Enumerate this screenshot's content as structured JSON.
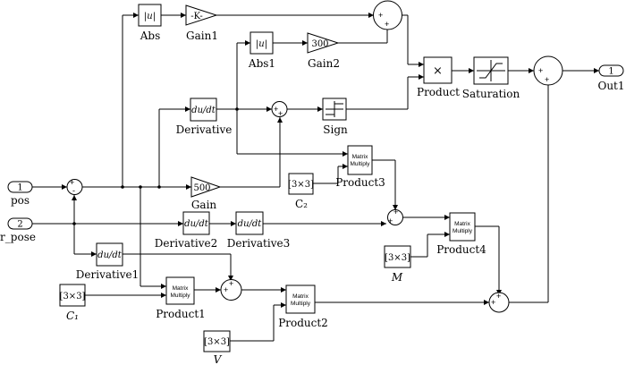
{
  "diagram": {
    "inports": [
      {
        "number": "1",
        "label": "pos"
      },
      {
        "number": "2",
        "label": "r_pose"
      }
    ],
    "outport": {
      "number": "1",
      "label": "Out1"
    },
    "blocks": {
      "abs": {
        "text": "|u|",
        "label": "Abs"
      },
      "gain1": {
        "text": "-K-",
        "label": "Gain1"
      },
      "abs1": {
        "text": "|u|",
        "label": "Abs1"
      },
      "gain2": {
        "text": "300",
        "label": "Gain2"
      },
      "product": {
        "text": "×",
        "label": "Product"
      },
      "saturation": {
        "label": "Saturation"
      },
      "derivative": {
        "text": "du/dt",
        "label": "Derivative"
      },
      "sign": {
        "label": "Sign"
      },
      "gain": {
        "text": "500",
        "label": "Gain"
      },
      "product3": {
        "text1": "Matrix",
        "text2": "Multiply",
        "label": "Product3"
      },
      "c2": {
        "text": "[3×3]",
        "label": "C₂"
      },
      "derivative2": {
        "text": "du/dt",
        "label": "Derivative2"
      },
      "derivative3": {
        "text": "du/dt",
        "label": "Derivative3"
      },
      "product4": {
        "text1": "Matrix",
        "text2": "Multiply",
        "label": "Product4"
      },
      "m": {
        "text": "[3×3]",
        "label": "M"
      },
      "derivative1": {
        "text": "du/dt",
        "label": "Derivative1"
      },
      "c1": {
        "text": "[3×3]",
        "label": "C₁"
      },
      "product1": {
        "text1": "Matrix",
        "text2": "Multiply",
        "label": "Product1"
      },
      "product2": {
        "text1": "Matrix",
        "text2": "Multiply",
        "label": "Product2"
      },
      "v": {
        "text": "[3×3]",
        "label": "V"
      }
    },
    "signs": {
      "sum_top": [
        "+",
        "+"
      ],
      "sum_mid": [
        "+",
        "+"
      ],
      "sum_in": [
        "+",
        "-"
      ],
      "sum_p34": [
        "+",
        "+"
      ],
      "sum_p1": [
        "+",
        "+"
      ],
      "sum_bottom": [
        "+",
        "+"
      ],
      "sum_out": [
        "+",
        "+"
      ]
    }
  }
}
